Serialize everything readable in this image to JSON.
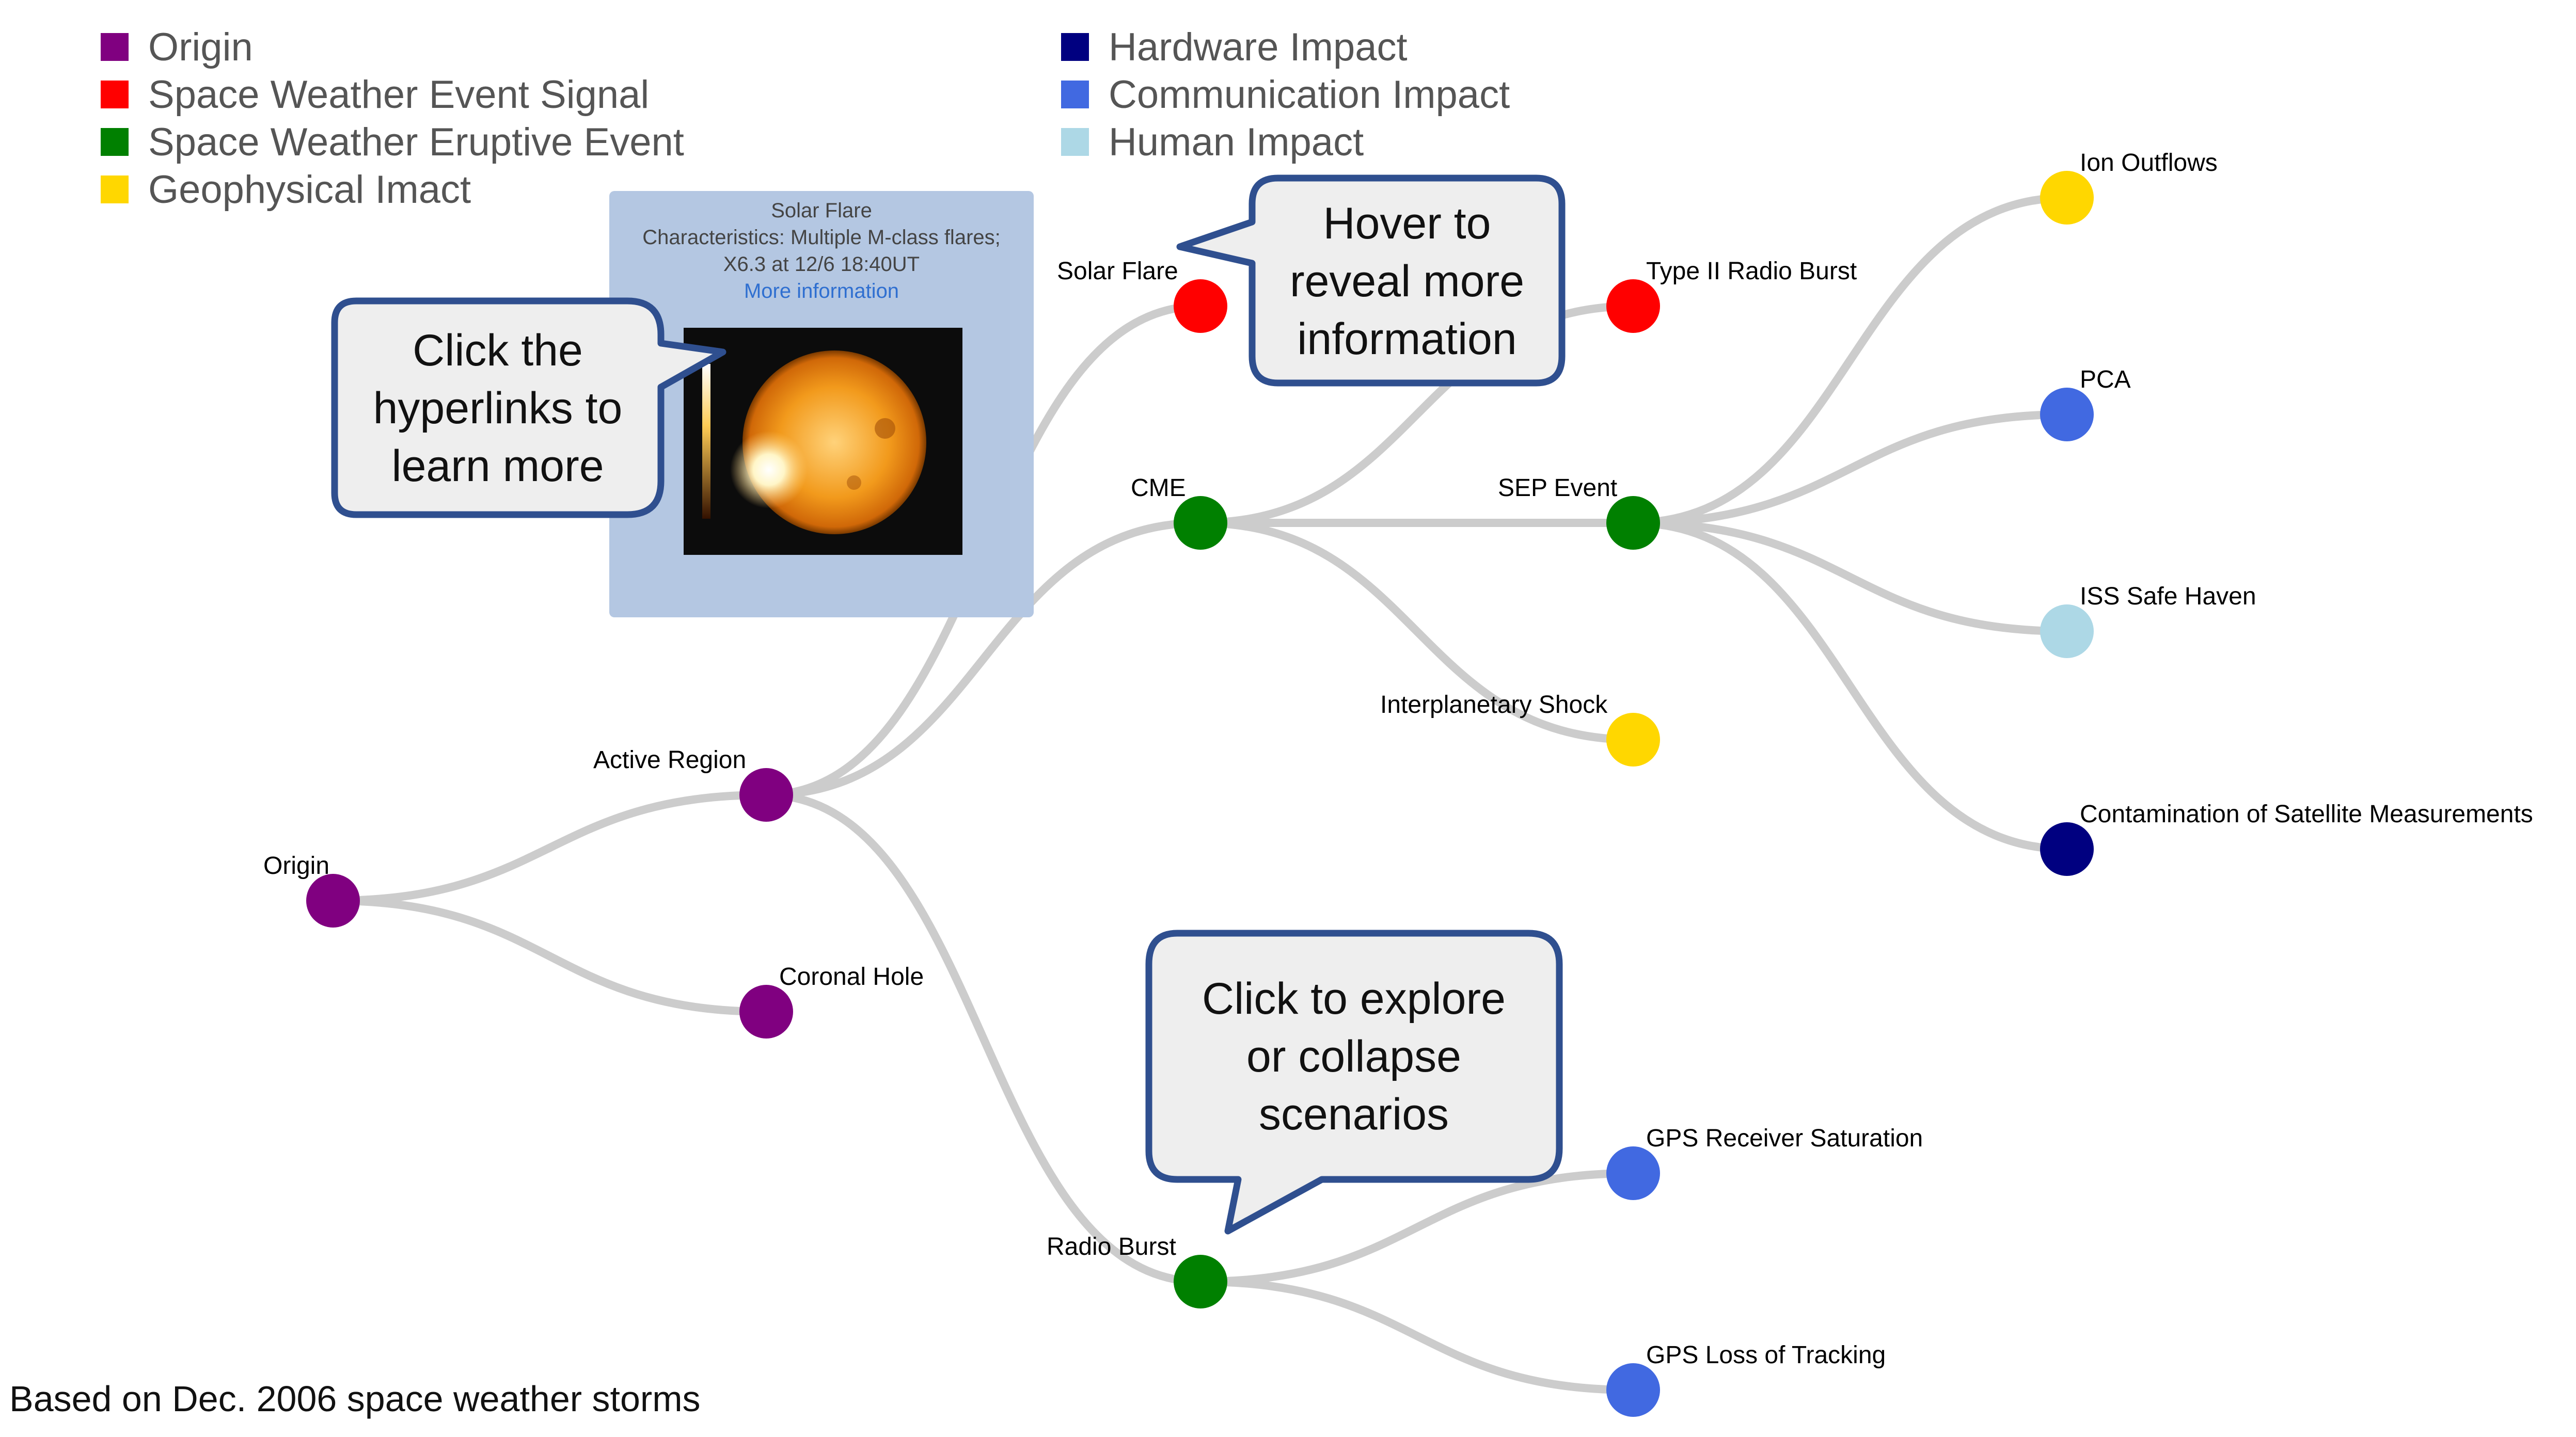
{
  "legend": {
    "left": [
      {
        "label": "Origin",
        "color": "#800080"
      },
      {
        "label": "Space Weather Event Signal",
        "color": "#ff0000"
      },
      {
        "label": "Space Weather Eruptive Event",
        "color": "#008000"
      },
      {
        "label": "Geophysical Imact",
        "color": "#ffd700"
      }
    ],
    "right": [
      {
        "label": "Hardware Impact",
        "color": "#000080"
      },
      {
        "label": "Communication Impact",
        "color": "#4169e1"
      },
      {
        "label": "Human Impact",
        "color": "#add8e6"
      }
    ]
  },
  "nodes": {
    "origin": {
      "label": "Origin",
      "category": "Origin"
    },
    "active_region": {
      "label": "Active Region",
      "category": "Origin"
    },
    "coronal_hole": {
      "label": "Coronal Hole",
      "category": "Origin"
    },
    "solar_flare": {
      "label": "Solar Flare",
      "category": "Space Weather Event Signal"
    },
    "cme": {
      "label": "CME",
      "category": "Space Weather Eruptive Event"
    },
    "radio_burst": {
      "label": "Radio Burst",
      "category": "Space Weather Eruptive Event"
    },
    "type2": {
      "label": "Type II Radio Burst",
      "category": "Space Weather Event Signal"
    },
    "sep": {
      "label": "SEP Event",
      "category": "Space Weather Eruptive Event"
    },
    "shock": {
      "label": "Interplanetary Shock",
      "category": "Geophysical Imact"
    },
    "ion": {
      "label": "Ion Outflows",
      "category": "Geophysical Imact"
    },
    "pca": {
      "label": "PCA",
      "category": "Communication Impact"
    },
    "iss": {
      "label": "ISS Safe Haven",
      "category": "Human Impact"
    },
    "contam": {
      "label": "Contamination of Satellite Measurements",
      "category": "Hardware Impact"
    },
    "gps_sat": {
      "label": "GPS Receiver Saturation",
      "category": "Communication Impact"
    },
    "gps_loss": {
      "label": "GPS Loss of Tracking",
      "category": "Communication Impact"
    }
  },
  "edges": [
    [
      "origin",
      "active_region"
    ],
    [
      "origin",
      "coronal_hole"
    ],
    [
      "active_region",
      "solar_flare"
    ],
    [
      "active_region",
      "cme"
    ],
    [
      "active_region",
      "radio_burst"
    ],
    [
      "cme",
      "type2"
    ],
    [
      "cme",
      "sep"
    ],
    [
      "cme",
      "shock"
    ],
    [
      "sep",
      "ion"
    ],
    [
      "sep",
      "pca"
    ],
    [
      "sep",
      "iss"
    ],
    [
      "sep",
      "contam"
    ],
    [
      "radio_burst",
      "gps_sat"
    ],
    [
      "radio_burst",
      "gps_loss"
    ]
  ],
  "tooltip": {
    "title": "Solar Flare",
    "line1": "Characteristics: Multiple M-class flares;",
    "line2": "X6.3 at 12/6 18:40UT",
    "link": "More information"
  },
  "callouts": {
    "hyperlinks": [
      "Click the",
      "hyperlinks to",
      "learn more"
    ],
    "hover": [
      "Hover to",
      "reveal more",
      "information"
    ],
    "explore": [
      "Click to explore",
      "or collapse",
      "scenarios"
    ]
  },
  "caption": "Based on Dec. 2006 space weather storms"
}
